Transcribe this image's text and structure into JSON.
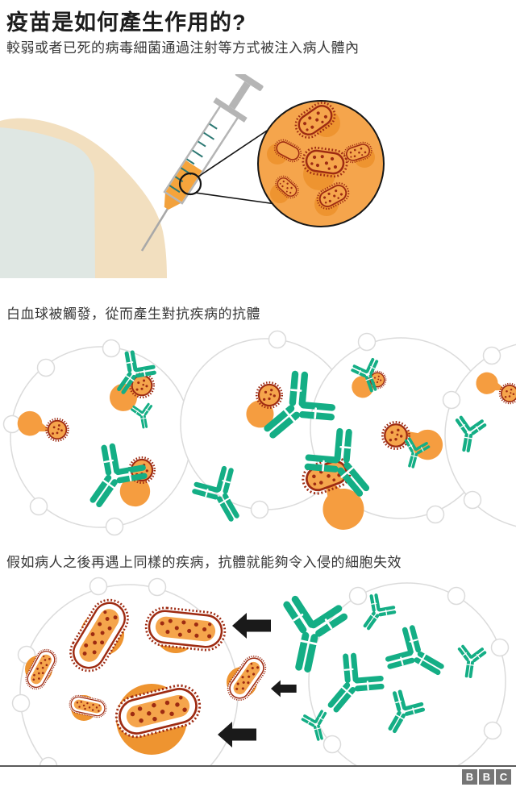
{
  "header": {
    "title": "疫苗是如何產生作用的?"
  },
  "captions": {
    "step1": "較弱或者已死的病毒細菌通過注射等方式被注入病人體內",
    "step2": "白血球被觸發，從而產生對抗疾病的抗體",
    "step3": "假如病人之後再遇上同樣的疾病，抗體就能夠令入侵的細胞失效"
  },
  "footer": {
    "logo_blocks": [
      "B",
      "B",
      "C"
    ]
  },
  "colors": {
    "antibody_teal": "#14AE85",
    "pathogen_outline_red": "#9E2B12",
    "pathogen_orange": "#F5A54C",
    "blob_orange_dark": "#EE9430",
    "vaccine_liquid_orange": "#F5A43C",
    "skin_tone": "#F2DFBF",
    "shirt_gray_green": "#DFE7E3",
    "syringe_gray": "#B5B5B5",
    "syringe_tick_teal": "#2C7873",
    "cell_outline_gray": "#DBDBDB",
    "arrow_black": "#1A1A1A",
    "divider_gray": "#5A5A5A",
    "bbc_logo_gray": "#757575"
  },
  "icons": {
    "syringe-icon": "angled syringe with orange vaccine liquid",
    "magnifier-circle-icon": "circular zoom inset showing pathogens",
    "pathogen-icon": "orange microbe with dark-red spiky outline and dots",
    "white-blood-cell-icon": "large white circle with knobbed membrane",
    "antibody-icon": "teal Y-shaped antibody",
    "arrow-left-icon": "solid black arrow pointing left",
    "bbc-logo": "three gray squares with white letters"
  }
}
